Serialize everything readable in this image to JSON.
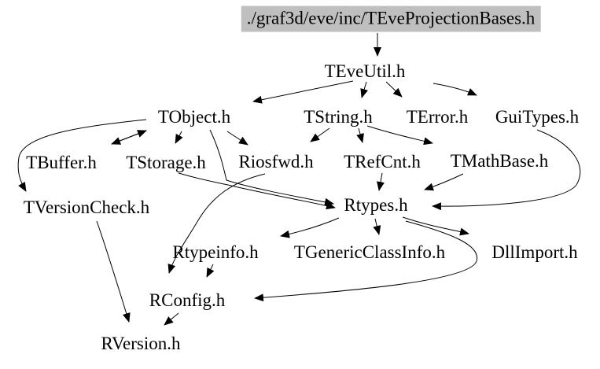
{
  "diagram": {
    "type": "include-dependency-graph",
    "background_color": "#ffffff",
    "root_highlight_color": "#bfbfbf",
    "text_color": "#000000",
    "edge_color": "#000000"
  },
  "nodes": [
    {
      "id": "root",
      "label": "./graf3d/eve/inc/TEveProjectionBases.h",
      "highlighted": true
    },
    {
      "id": "teveutil",
      "label": "TEveUtil.h"
    },
    {
      "id": "tobject",
      "label": "TObject.h"
    },
    {
      "id": "tstring",
      "label": "TString.h"
    },
    {
      "id": "terror",
      "label": "TError.h"
    },
    {
      "id": "guitypes",
      "label": "GuiTypes.h"
    },
    {
      "id": "tbuffer",
      "label": "TBuffer.h"
    },
    {
      "id": "tstorage",
      "label": "TStorage.h"
    },
    {
      "id": "riosfwd",
      "label": "Riosfwd.h"
    },
    {
      "id": "trefcnt",
      "label": "TRefCnt.h"
    },
    {
      "id": "tmathbase",
      "label": "TMathBase.h"
    },
    {
      "id": "tversioncheck",
      "label": "TVersionCheck.h"
    },
    {
      "id": "rtypes",
      "label": "Rtypes.h"
    },
    {
      "id": "rtypeinfo",
      "label": "Rtypeinfo.h"
    },
    {
      "id": "tgenericclassinfo",
      "label": "TGenericClassInfo.h"
    },
    {
      "id": "dllimport",
      "label": "DllImport.h"
    },
    {
      "id": "rconfig",
      "label": "RConfig.h"
    },
    {
      "id": "rversion",
      "label": "RVersion.h"
    }
  ],
  "edges": [
    {
      "from": "./graf3d/eve/inc/TEveProjectionBases.h",
      "to": "TEveUtil.h"
    },
    {
      "from": "TEveUtil.h",
      "to": "TObject.h"
    },
    {
      "from": "TEveUtil.h",
      "to": "TString.h"
    },
    {
      "from": "TEveUtil.h",
      "to": "TError.h"
    },
    {
      "from": "TEveUtil.h",
      "to": "GuiTypes.h"
    },
    {
      "from": "TObject.h",
      "to": "TBuffer.h"
    },
    {
      "from": "TBuffer.h",
      "to": "TObject.h"
    },
    {
      "from": "TObject.h",
      "to": "TStorage.h"
    },
    {
      "from": "TObject.h",
      "to": "Riosfwd.h"
    },
    {
      "from": "TObject.h",
      "to": "TVersionCheck.h"
    },
    {
      "from": "TObject.h",
      "to": "Rtypes.h"
    },
    {
      "from": "TStorage.h",
      "to": "Rtypes.h"
    },
    {
      "from": "Riosfwd.h",
      "to": "RConfig.h"
    },
    {
      "from": "TString.h",
      "to": "Riosfwd.h"
    },
    {
      "from": "TString.h",
      "to": "TRefCnt.h"
    },
    {
      "from": "TString.h",
      "to": "TMathBase.h"
    },
    {
      "from": "TRefCnt.h",
      "to": "Rtypes.h"
    },
    {
      "from": "TMathBase.h",
      "to": "Rtypes.h"
    },
    {
      "from": "GuiTypes.h",
      "to": "Rtypes.h"
    },
    {
      "from": "Rtypes.h",
      "to": "Rtypeinfo.h"
    },
    {
      "from": "Rtypes.h",
      "to": "TGenericClassInfo.h"
    },
    {
      "from": "Rtypes.h",
      "to": "DllImport.h"
    },
    {
      "from": "Rtypes.h",
      "to": "RConfig.h"
    },
    {
      "from": "Rtypeinfo.h",
      "to": "RConfig.h"
    },
    {
      "from": "TVersionCheck.h",
      "to": "RVersion.h"
    },
    {
      "from": "RConfig.h",
      "to": "RVersion.h"
    }
  ]
}
